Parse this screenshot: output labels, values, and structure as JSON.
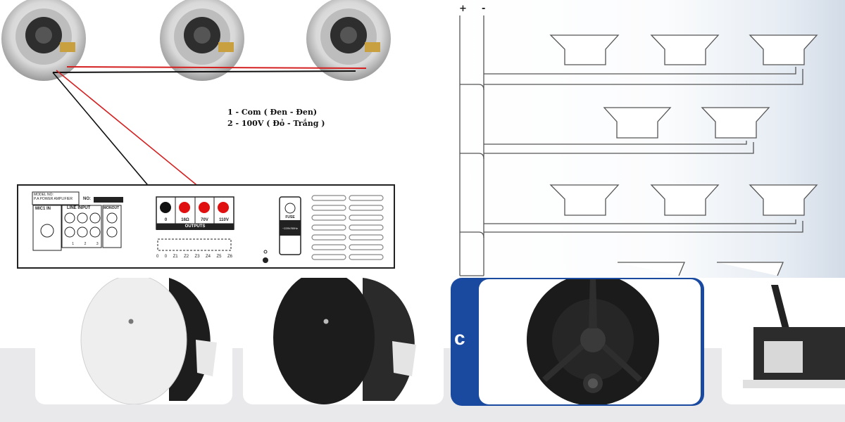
{
  "wiring": {
    "legend_line1": "1 - Com ( Đen - Đen)",
    "legend_line2": "2 - 100V ( Đỏ - Trắng )"
  },
  "amplifier": {
    "model_line1": "MODEL NO:",
    "model_line2": "P.A POWER AMPLIFIER",
    "no_label": "NO:",
    "mic_label": "MIC1 IN",
    "line_input_label": "LINE INPUT",
    "monout_label": "MONOUT",
    "input_nums": [
      "1",
      "2",
      "3"
    ],
    "terminals": [
      "0",
      "16Ω",
      "70V",
      "110V"
    ],
    "outputs_label": "OUTPUTS",
    "zones": [
      "0",
      "0",
      "Z1",
      "Z2",
      "Z3",
      "Z4",
      "Z5",
      "Z6"
    ],
    "fuse_label": "FUSE",
    "voltage_label": "~220V/50Hz"
  },
  "schematic": {
    "plus": "+",
    "minus": "-"
  },
  "colors": {
    "red_wire": "#d42020",
    "black_wire": "#111111",
    "accent_blue": "#1a4aa0"
  }
}
